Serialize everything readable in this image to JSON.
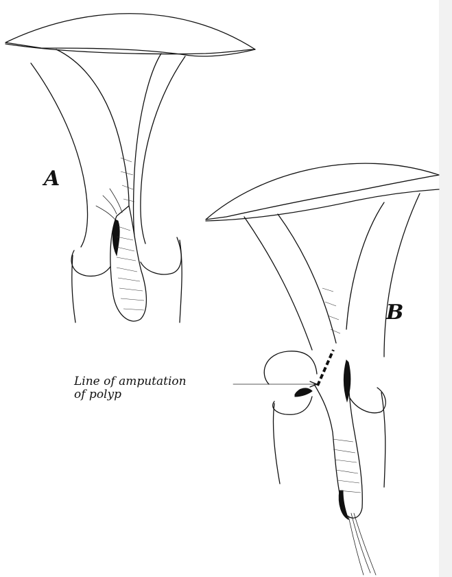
{
  "figure": {
    "label_a": "A",
    "label_b": "B",
    "callout_line1": "Line of amputation",
    "callout_line2": "of polyp"
  },
  "colors": {
    "ink": "#111111",
    "background": "#ffffff"
  }
}
